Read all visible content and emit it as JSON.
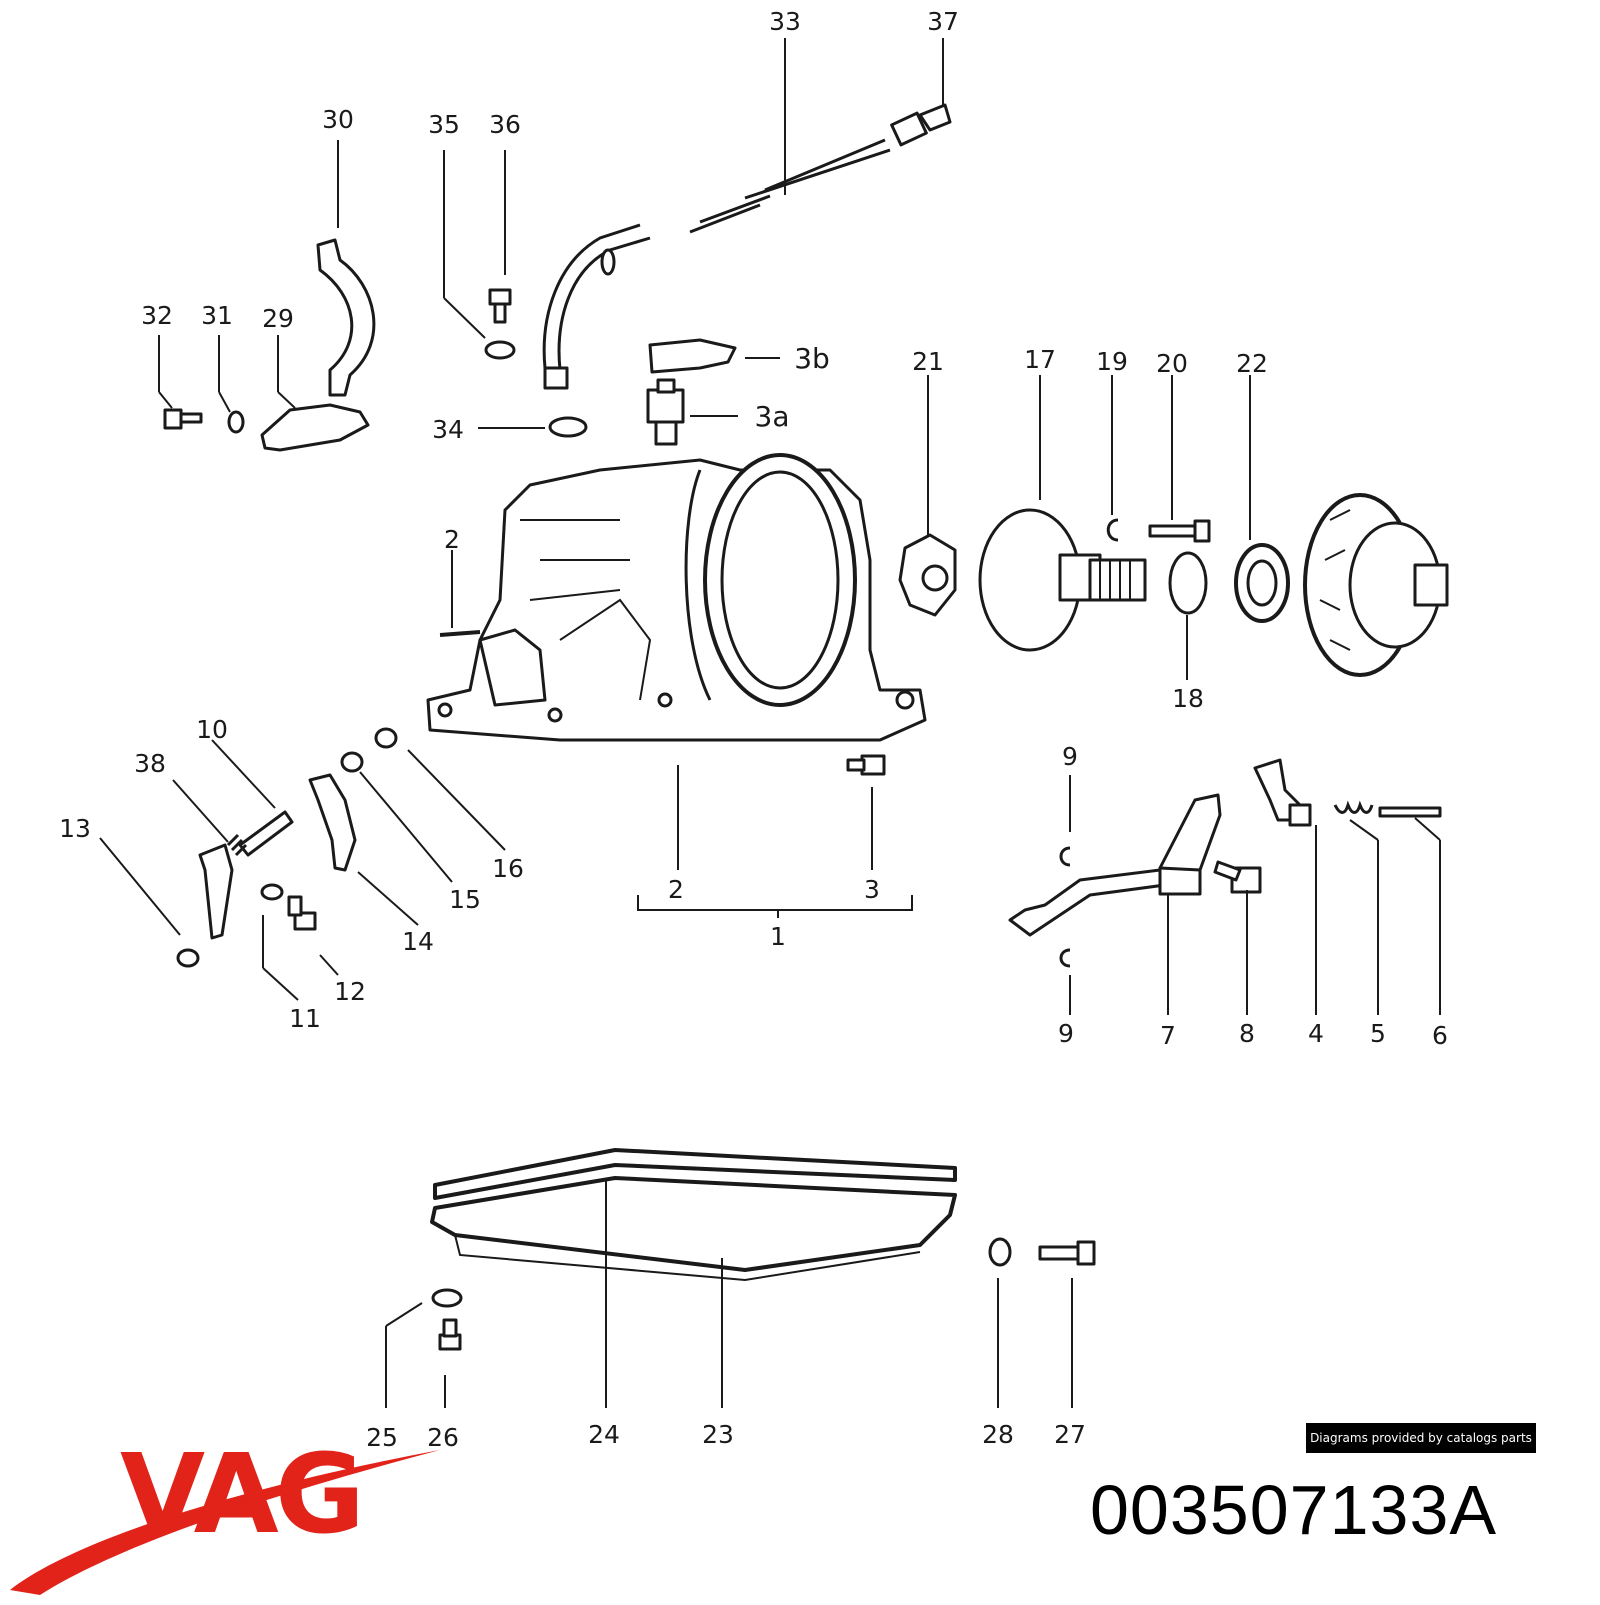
{
  "labels": {
    "l1": "1",
    "l2a": "2",
    "l2b": "2",
    "l3": "3",
    "l3a": "3a",
    "l3b": "3b",
    "l4": "4",
    "l5": "5",
    "l6": "6",
    "l7": "7",
    "l8": "8",
    "l9a": "9",
    "l9b": "9",
    "l10": "10",
    "l11": "11",
    "l12": "12",
    "l13": "13",
    "l14": "14",
    "l15": "15",
    "l16": "16",
    "l17": "17",
    "l18": "18",
    "l19": "19",
    "l20": "20",
    "l21": "21",
    "l22": "22",
    "l23": "23",
    "l24": "24",
    "l25": "25",
    "l26": "26",
    "l27": "27",
    "l28": "28",
    "l29": "29",
    "l30": "30",
    "l31": "31",
    "l32": "32",
    "l33": "33",
    "l34": "34",
    "l35": "35",
    "l36": "36",
    "l37": "37",
    "l38": "38"
  },
  "credit": "Diagrams provided by catalogs parts",
  "part_number": "003507133A",
  "brand": "VAG",
  "colors": {
    "brand": "#e2231a",
    "ink": "#1a1a1a"
  }
}
